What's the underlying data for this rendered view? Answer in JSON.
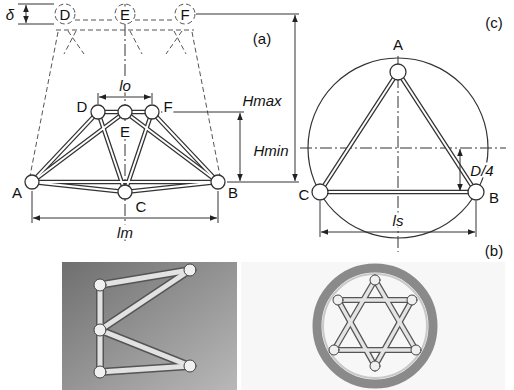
{
  "diagram": {
    "labels": [
      "D",
      "E",
      "F",
      "δ",
      "(a)",
      "Hmax",
      "D",
      "F",
      "lo",
      "E",
      "Hmin",
      "A",
      "C",
      "B",
      "lm",
      "A",
      "(c)",
      "D/4",
      "C",
      "B",
      "ls",
      "(b)"
    ]
  }
}
